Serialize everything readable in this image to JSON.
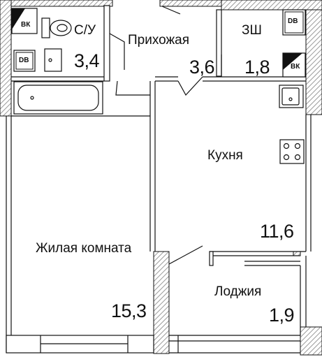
{
  "rooms": {
    "bathroom": {
      "name": "С/У",
      "area": "3,4"
    },
    "hall": {
      "name": "Прихожая",
      "area": "3,6"
    },
    "wardrobe": {
      "name": "ЗШ",
      "area": "1,8"
    },
    "kitchen": {
      "name": "Кухня",
      "area": "11,6"
    },
    "living": {
      "name": "Жилая комната",
      "area": "15,3"
    },
    "loggia": {
      "name": "Лоджия",
      "area": "1,9"
    }
  },
  "shafts": {
    "vk": "ВК",
    "db": "DB"
  },
  "colors": {
    "wall_hatch": "#bdbdbd",
    "line": "#111111",
    "background": "#ffffff"
  }
}
